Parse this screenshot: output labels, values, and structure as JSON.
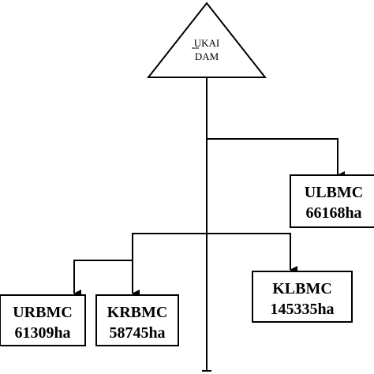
{
  "dam": {
    "line1": "UKAI",
    "line2": "DAM"
  },
  "nodes": {
    "ulbmc": {
      "name": "ULBMC",
      "area": "66168ha"
    },
    "klbmc": {
      "name": "KLBMC",
      "area": "145335ha"
    },
    "urbmc": {
      "name": "URBMC",
      "area": "61309ha"
    },
    "krbmc": {
      "name": "KRBMC",
      "area": "58745ha"
    }
  }
}
